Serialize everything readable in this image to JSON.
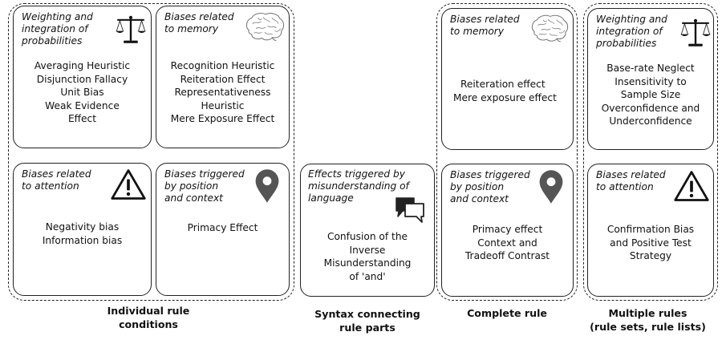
{
  "groups": {
    "individual": {
      "caption": "Individual rule\nconditions"
    },
    "syntax": {
      "caption": "Syntax connecting\nrule parts"
    },
    "complete": {
      "caption": "Complete rule"
    },
    "multiple": {
      "caption": "Multiple rules\n(rule sets,  rule lists)"
    }
  },
  "boxes": {
    "ind_weighting": {
      "title": "Weighting and\nintegration of\nprobabilities",
      "icon": "scales-icon",
      "items": [
        "Averaging Heuristic",
        "Disjunction Fallacy",
        "Unit Bias",
        "Weak Evidence",
        "Effect"
      ]
    },
    "ind_memory": {
      "title": "Biases related\nto memory",
      "icon": "brain-icon",
      "items": [
        "Recognition Heuristic",
        "Reiteration Effect",
        "Representativeness",
        "Heuristic",
        "Mere Exposure Effect"
      ]
    },
    "ind_attention": {
      "title": "Biases related\nto attention",
      "icon": "warning-icon",
      "items": [
        "Negativity bias",
        "Information bias"
      ]
    },
    "ind_position": {
      "title": "Biases triggered\nby position\nand context",
      "icon": "location-pin-icon",
      "items": [
        "Primacy Effect"
      ]
    },
    "syntax_language": {
      "title": "Effects triggered by\nmisunderstanding of\nlanguage",
      "icon": "speech-bubbles-icon",
      "items": [
        "Confusion of the",
        "Inverse",
        "Misunderstanding",
        "of 'and'"
      ]
    },
    "complete_memory": {
      "title": "Biases related\nto memory",
      "icon": "brain-icon",
      "items": [
        "Reiteration effect",
        "Mere exposure effect"
      ]
    },
    "complete_position": {
      "title": "Biases triggered\nby position\nand context",
      "icon": "location-pin-icon",
      "items": [
        "Primacy effect",
        "Context and",
        "Tradeoff Contrast"
      ]
    },
    "multi_weighting": {
      "title": "Weighting and\nintegration of\nprobabilities",
      "icon": "scales-icon",
      "items": [
        "Base-rate Neglect",
        "Insensitivity to",
        "Sample Size",
        "Overconfidence and",
        "Underconfidence"
      ]
    },
    "multi_attention": {
      "title": "Biases related\nto attention",
      "icon": "warning-icon",
      "items": [
        "Confirmation Bias",
        "and Positive Test",
        "Strategy"
      ]
    }
  }
}
